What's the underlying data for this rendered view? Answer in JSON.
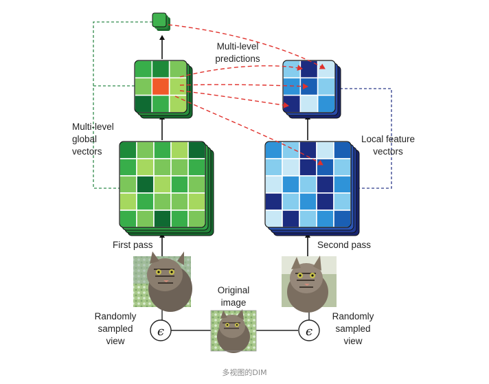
{
  "labels": {
    "multi_level_predictions": [
      "Multi-level",
      "predictions"
    ],
    "multi_level_global_vectors": [
      "Multi-level",
      "global",
      "vectors"
    ],
    "local_feature_vectors": [
      "Local feature",
      "vectors"
    ],
    "first_pass": "First pass",
    "second_pass": "Second pass",
    "original_image": [
      "Original",
      "image"
    ],
    "randomly_sampled_view_left": [
      "Randomly",
      "sampled",
      "view"
    ],
    "randomly_sampled_view_right": [
      "Randomly",
      "sampled",
      "view"
    ],
    "epsilon_symbol": "ϵ",
    "caption": "多视图的DIM"
  },
  "colors": {
    "green_palette": [
      "#1e8a3a",
      "#38ae4a",
      "#7cc65a",
      "#a6d85f",
      "#0f6a32"
    ],
    "blue_palette": [
      "#1c2c80",
      "#2f93d8",
      "#86cdee",
      "#c8e8f6",
      "#1a5fb4"
    ],
    "highlight": "#f05a2a",
    "prediction_arrow": "#e0312c",
    "global_connector": "#2f8a4a",
    "local_connector": "#2c3a8a"
  },
  "grids": {
    "green_large": [
      [
        0,
        2,
        1,
        3,
        4
      ],
      [
        1,
        3,
        2,
        2,
        1
      ],
      [
        2,
        4,
        3,
        1,
        2
      ],
      [
        3,
        1,
        2,
        2,
        3
      ],
      [
        1,
        2,
        4,
        1,
        2
      ]
    ],
    "green_medium": [
      [
        1,
        0,
        2
      ],
      [
        2,
        "h",
        3
      ],
      [
        4,
        1,
        3
      ]
    ],
    "blue_large": [
      [
        1,
        2,
        0,
        3,
        4
      ],
      [
        2,
        3,
        0,
        4,
        2
      ],
      [
        3,
        1,
        2,
        0,
        1
      ],
      [
        0,
        2,
        1,
        0,
        2
      ],
      [
        3,
        0,
        2,
        1,
        4
      ]
    ],
    "blue_medium": [
      [
        2,
        0,
        3
      ],
      [
        1,
        4,
        2
      ],
      [
        0,
        3,
        1
      ]
    ]
  }
}
